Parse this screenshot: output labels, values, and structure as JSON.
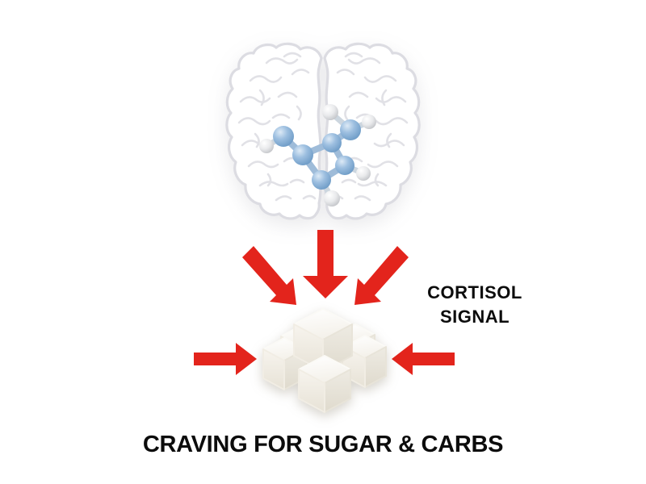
{
  "labels": {
    "cortisol_line1": "CORTISOL",
    "cortisol_line2": "SIGNAL",
    "caption": "CRAVING FOR SUGAR & CARBS"
  },
  "colors": {
    "background": "#ffffff",
    "arrow_red": "#e3241c",
    "text": "#0c0c0c",
    "brain_outline": "#dcdce2",
    "molecule_blue": "#8fb5da",
    "molecule_white": "#e9eaec",
    "sugar_white": "#faf8f3"
  },
  "icons": {
    "brain": "brain-top-view-icon",
    "molecule": "cortisol-molecule-icon",
    "arrows": [
      "arrow-down-right-icon",
      "arrow-down-icon",
      "arrow-down-left-icon",
      "arrow-right-icon",
      "arrow-left-icon"
    ],
    "sugar": "sugar-cubes-icon"
  }
}
